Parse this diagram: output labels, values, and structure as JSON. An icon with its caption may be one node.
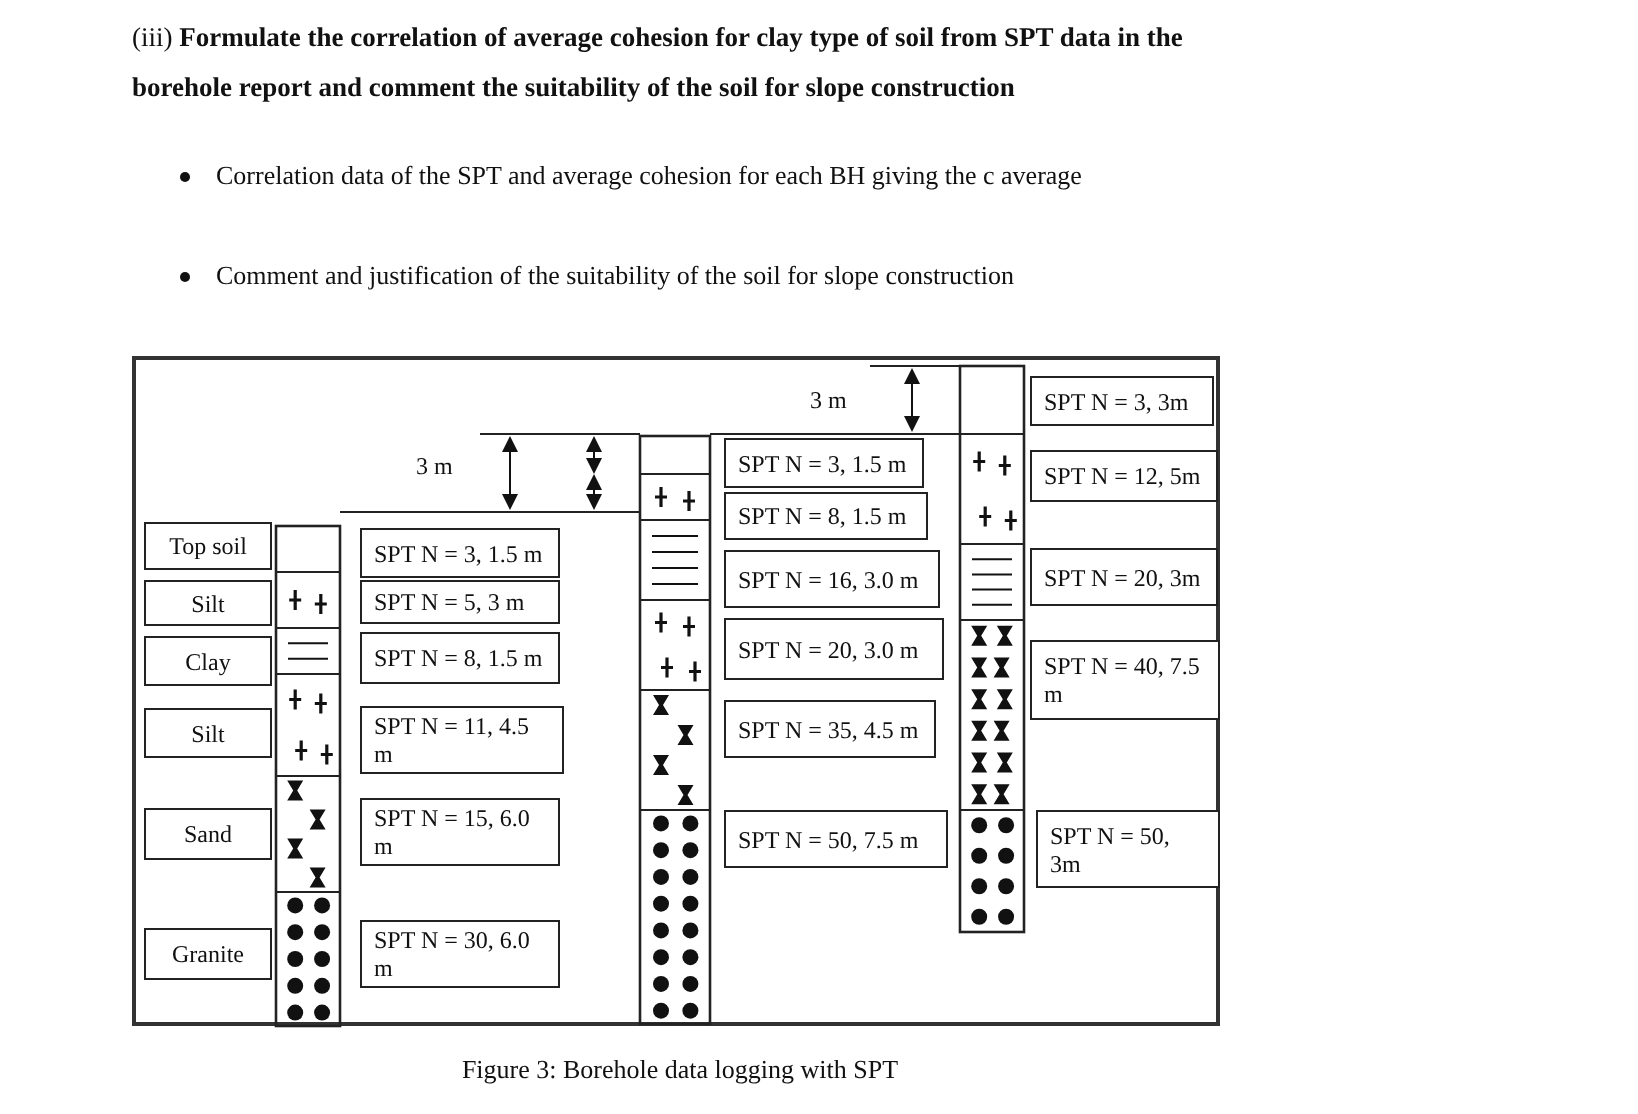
{
  "diagram": {
    "title": "(iii) **Formulate the correlation of average cohesion for clay type of soil from SPT data in the borehole report and comment the suitability of the soil for slope construction**",
    "caption": "Figure 3: Borehole data logging with SPT",
    "nodes": [
      {
        "text": [
          "Top soil"
        ]
      },
      {
        "text": [
          "Silt"
        ]
      },
      {
        "text": [
          "Clay"
        ]
      },
      {
        "text": [
          "Silt"
        ]
      },
      {
        "text": [
          "Sand"
        ]
      },
      {
        "text": [
          "Granite"
        ]
      },
      {
        "text": [
          "SPT N = 3, 1.5 m"
        ]
      },
      {
        "text": [
          "SPT N = 5, 3 m"
        ]
      },
      {
        "text": [
          "SPT N = 8, 1.5 m"
        ]
      },
      {
        "text": [
          "SPT N = 11, 4.5 m"
        ]
      },
      {
        "text": [
          "SPT N = 15, 6.0 m"
        ]
      },
      {
        "text": [
          "SPT N = 30, 6.0 m"
        ]
      },
      {
        "text": [
          "SPT N = 3, 1.5 m"
        ]
      },
      {
        "text": [
          "SPT N = 8, 1.5 m"
        ]
      },
      {
        "text": [
          "SPT N = 16, 3.0 m"
        ]
      },
      {
        "text": [
          "SPT N = 20, 3.0 m"
        ]
      },
      {
        "text": [
          "SPT N = 35, 4.5 m"
        ]
      },
      {
        "text": [
          "SPT N = 50, 7.5 m"
        ]
      },
      {
        "text": [
          "SPT N = 3, 3m"
        ]
      },
      {
        "text": [
          "SPT N = 12, 5m"
        ]
      },
      {
        "text": [
          "SPT N = 20, 3m"
        ]
      },
      {
        "text": [
          "SPT N = 40, 7.5 m"
        ]
      },
      {
        "text": [
          "SPT N = 50, 3m"
        ]
      }
    ],
    "labels": [
      "Correlation data of the SPT and average cohesion for each BH giving the c average",
      "Comment and justification of the suitability of the soil for slope construction",
      "3 m",
      "3 m"
    ]
  }
}
